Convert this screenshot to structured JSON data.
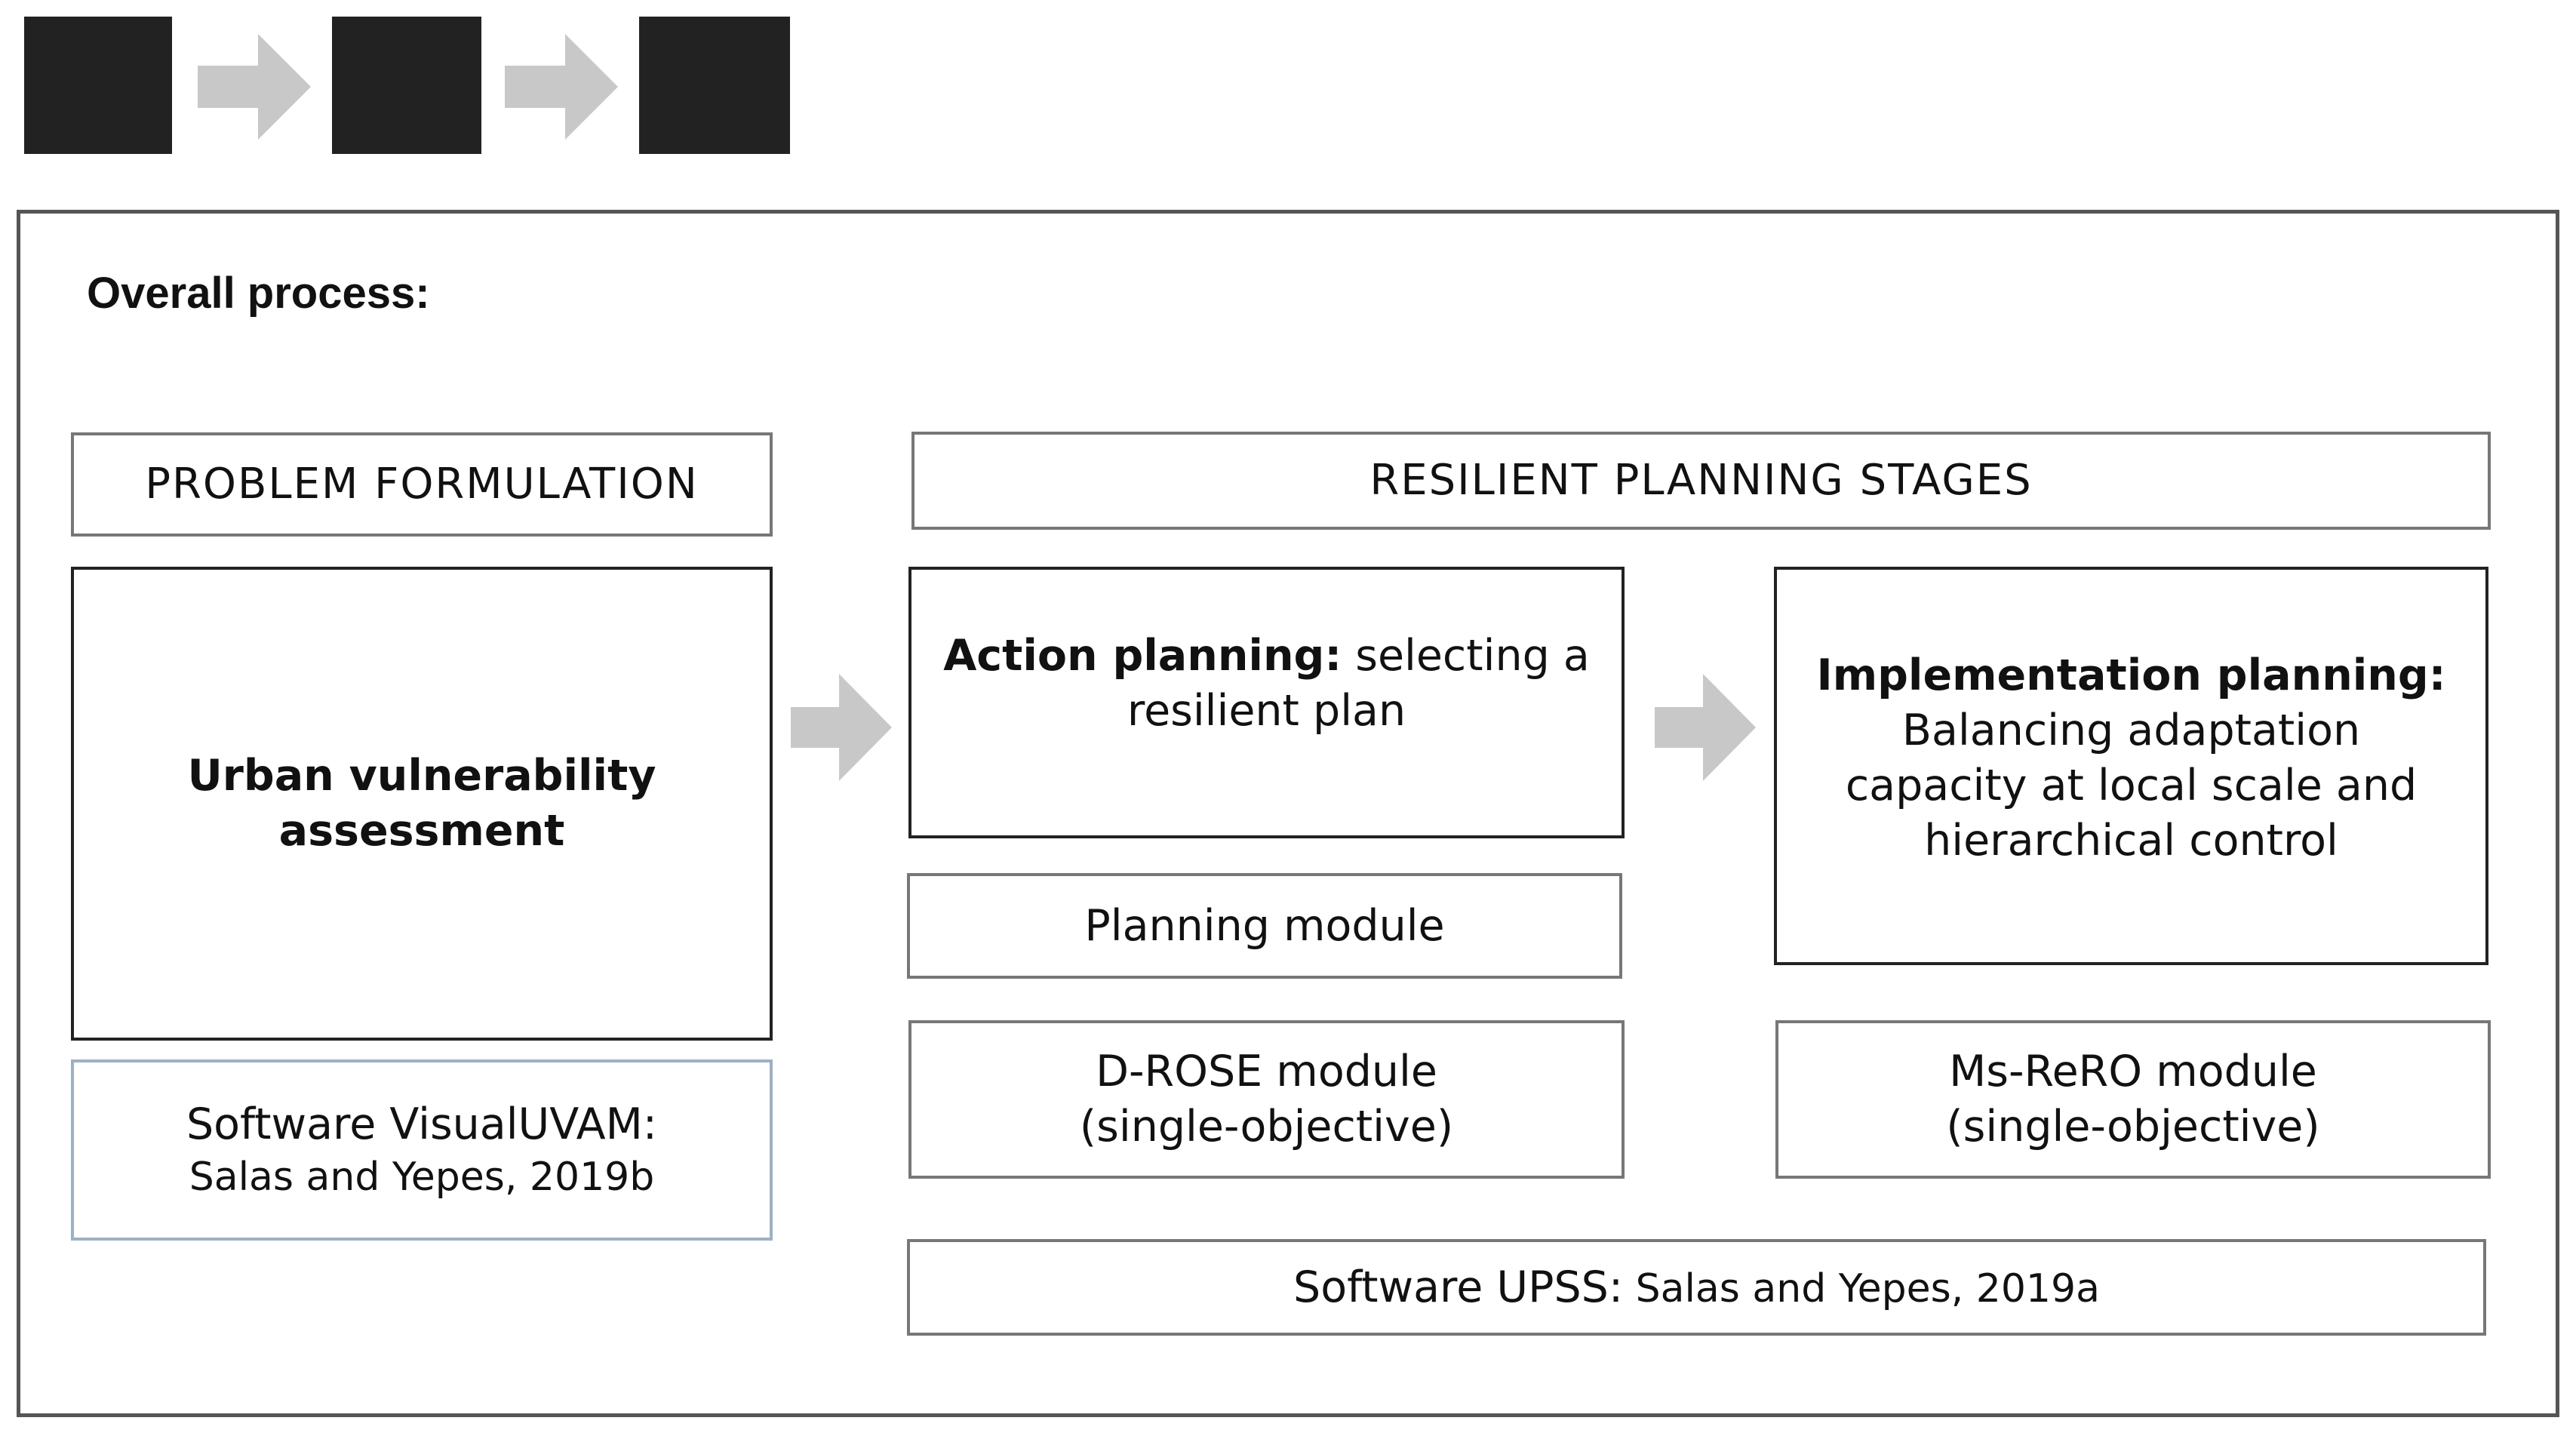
{
  "overall": {
    "heading": "Overall process:"
  },
  "problem": {
    "header": "PROBLEM FORMULATION",
    "assessment": "Urban vulnerability assessment",
    "software_line1": "Software VisualUVAM:",
    "software_line2": "Salas and Yepes, 2019b"
  },
  "resilient": {
    "header": "RESILIENT PLANNING STAGES",
    "action_bold": "Action planning:",
    "action_rest": " selecting a resilient plan",
    "planning_module": "Planning module",
    "drose_line1": "D-ROSE module",
    "drose_line2": "(single-objective)",
    "impl_bold": "Implementation planning:",
    "impl_rest": "Balancing adaptation capacity at local scale and hierarchical control",
    "msrero_line1": "Ms-ReRO module",
    "msrero_line2": "(single-objective)",
    "upss_prefix": "Software UPSS:",
    "upss_rest": " Salas and Yepes, 2019a"
  },
  "colors": {
    "legend_block": "#222222",
    "arrow": "#c8c8c8",
    "box_border": "#222222",
    "thin_border": "#777777",
    "blue_border": "#9cb1c8"
  }
}
